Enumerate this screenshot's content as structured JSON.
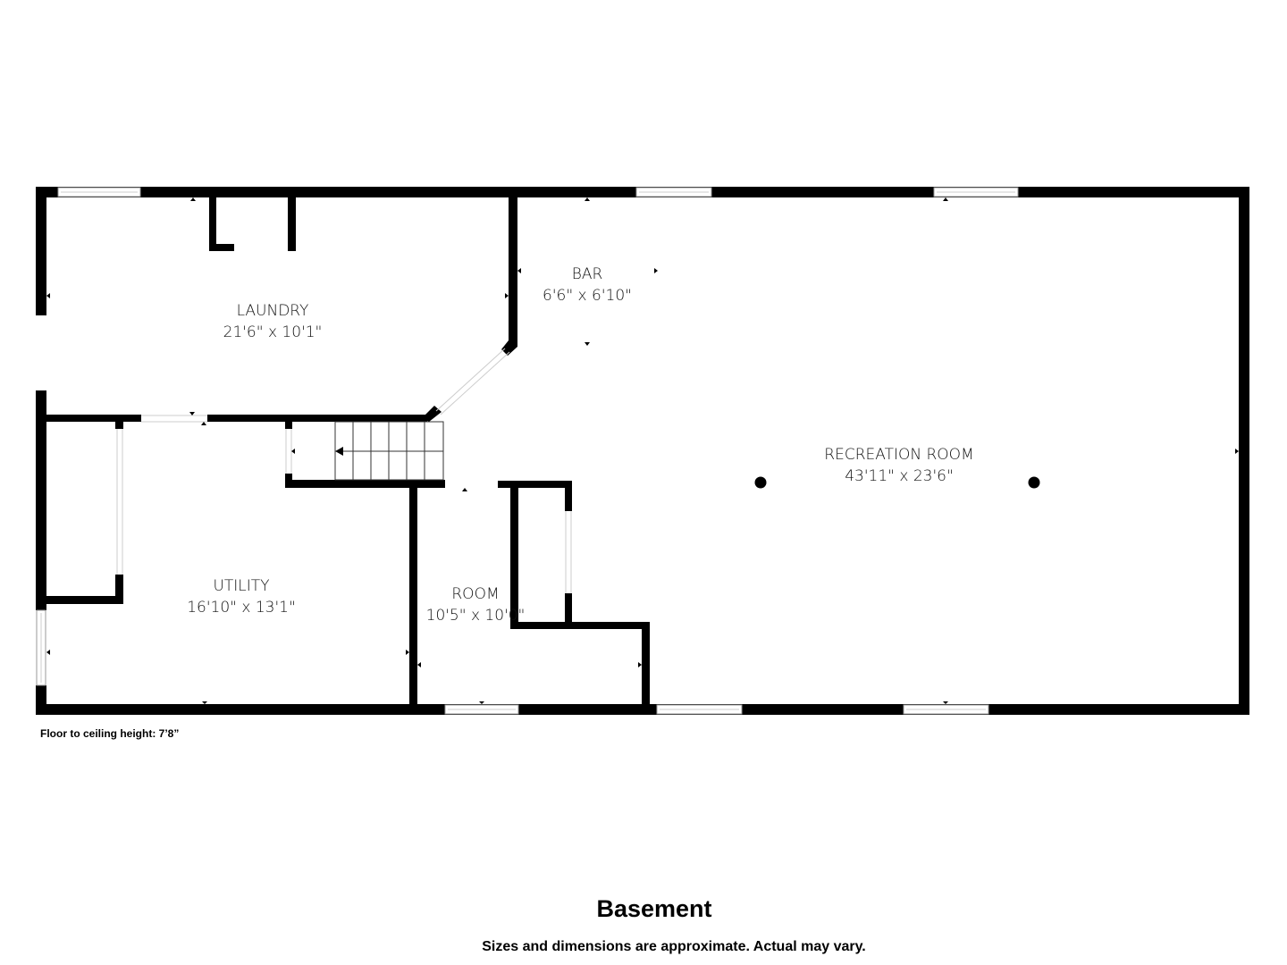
{
  "rooms": [
    {
      "name": "LAUNDRY",
      "size": "21'6\" x 10'1\""
    },
    {
      "name": "BAR",
      "size": "6'6\" x 6'10\""
    },
    {
      "name": "RECREATION ROOM",
      "size": "43'11\" x 23'6\""
    },
    {
      "name": "UTILITY",
      "size": "16'10\" x 13'1\""
    },
    {
      "name": "ROOM",
      "size": "10'5\" x 10'0\""
    }
  ],
  "ceiling_note": "Floor to ceiling height: 7’8”",
  "floor_title": "Basement",
  "disclaimer": "Sizes and dimensions are approximate. Actual may vary."
}
